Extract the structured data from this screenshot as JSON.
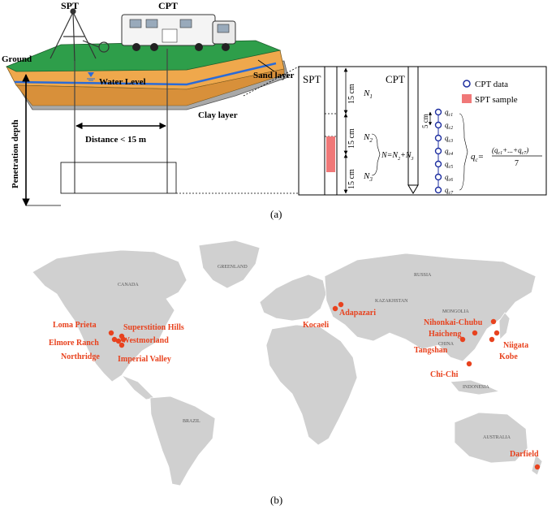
{
  "panel_a": {
    "spt_label": "SPT",
    "cpt_label": "CPT",
    "ground_label": "Ground",
    "water_level_label": "Water Level",
    "sand_layer_label": "Sand layer",
    "clay_layer_label": "Clay layer",
    "distance_label": "Distance < 15 m",
    "penetration_depth_label": "Penetration depth",
    "caption": "(a)",
    "detail": {
      "spt_header": "SPT",
      "cpt_header": "CPT",
      "legend_cpt": "CPT data",
      "legend_spt": "SPT sample",
      "spacing_labels": [
        "15 cm",
        "15 cm",
        "15 cm"
      ],
      "n_labels": [
        "N",
        "N",
        "N"
      ],
      "n_subscripts": [
        "1",
        "2",
        "3"
      ],
      "n_formula": "N=N",
      "n_formula_tail": "+N",
      "cpt_spacing": "5 cm",
      "qc_subscripts": [
        "c1",
        "c2",
        "c3",
        "c4",
        "c5",
        "c6",
        "c7"
      ],
      "qc_mean_left": "q",
      "qc_mean_num": "(q",
      "qc_mean_num_mid": "+...+q",
      "qc_mean_den": "7"
    },
    "colors": {
      "grass": "#2e9e4a",
      "sand": "#f0a848",
      "clay": "#a8a8a8",
      "water_line": "#2a6bd8",
      "spt_sample": "#f07878",
      "cpt_marker": "#1e2fa0"
    }
  },
  "panel_b": {
    "caption": "(b)",
    "earthquake_color": "#e8421e",
    "region_labels": [
      "GREENLAND",
      "CANADA",
      "RUSSIA",
      "CHINA",
      "BRAZIL",
      "AUSTRALIA",
      "INDONESIA",
      "MONGOLIA",
      "KAZAKHSTAN"
    ],
    "earthquakes": [
      "Loma Prieta",
      "Superstition Hills",
      "Westmorland",
      "Elmore Ranch",
      "Northridge",
      "Imperial Valley",
      "Kocaeli",
      "Adapazari",
      "Nihonkai-Chubu",
      "Haicheng",
      "Niigata",
      "Tangshan",
      "Kobe",
      "Chi-Chi",
      "Darfield"
    ]
  }
}
